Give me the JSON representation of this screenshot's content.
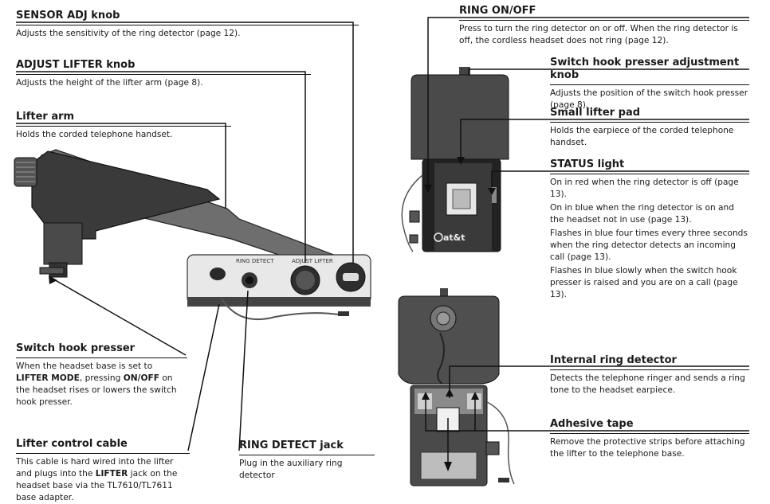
{
  "callouts": {
    "sensor_adj": {
      "title": "SENSOR ADJ knob",
      "body": "Adjusts the sensitivity of the ring detector (page 12)."
    },
    "adjust_lifter": {
      "title": "ADJUST LIFTER knob",
      "body": "Adjusts the height of the lifter arm (page 8)."
    },
    "lifter_arm": {
      "title": "Lifter arm",
      "body": "Holds the corded telephone handset."
    },
    "switch_hook_presser": {
      "title": "Switch hook presser",
      "body_parts": [
        "When the headset base is set to",
        "LIFTER MODE",
        ", pressing ",
        "ON/OFF",
        " on the headset rises or lowers the switch hook presser."
      ]
    },
    "lifter_control_cable": {
      "title": "Lifter control cable",
      "body_parts": [
        "This cable is hard wired into the lifter and plugs into the ",
        "LIFTER",
        " jack on the headset base via the TL7610/TL7611 base adapter."
      ]
    },
    "ring_detect_jack": {
      "title": "RING DETECT jack",
      "body": "Plug in the auxiliary ring detector"
    },
    "ring_onoff": {
      "title": "RING ON/OFF",
      "body": "Press to turn the ring detector on or off. When the ring detector is off, the cordless headset does not ring (page 12)."
    },
    "switch_hook_adj": {
      "title": "Switch hook presser adjustment knob",
      "body": "Adjusts the position of the switch hook presser (page 8)."
    },
    "small_lifter_pad": {
      "title": "Small lifter pad",
      "body": "Holds the earpiece of the corded telephone handset."
    },
    "status_light": {
      "title": "STATUS light",
      "paras": [
        "On in red when the ring detector is off (page 13).",
        "On in blue when the ring detector is on and the headset not in use (page 13).",
        "Flashes in blue four times every three seconds when the ring detector detects an incoming call (page 13).",
        "Flashes in blue slowly when the switch hook presser is raised and you are on a call (page 13)."
      ]
    },
    "internal_ring_detector": {
      "title": "Internal ring detector",
      "body": "Detects the telephone ringer and sends a ring tone to the headset earpiece."
    },
    "adhesive_tape": {
      "title": "Adhesive tape",
      "body": "Remove the protective strips before attaching the lifter to the telephone base."
    }
  },
  "device_labels": {
    "ring_detect": "RING DETECT",
    "adjust_lifter": "ADJUST LIFTER",
    "brand": "at&t"
  }
}
